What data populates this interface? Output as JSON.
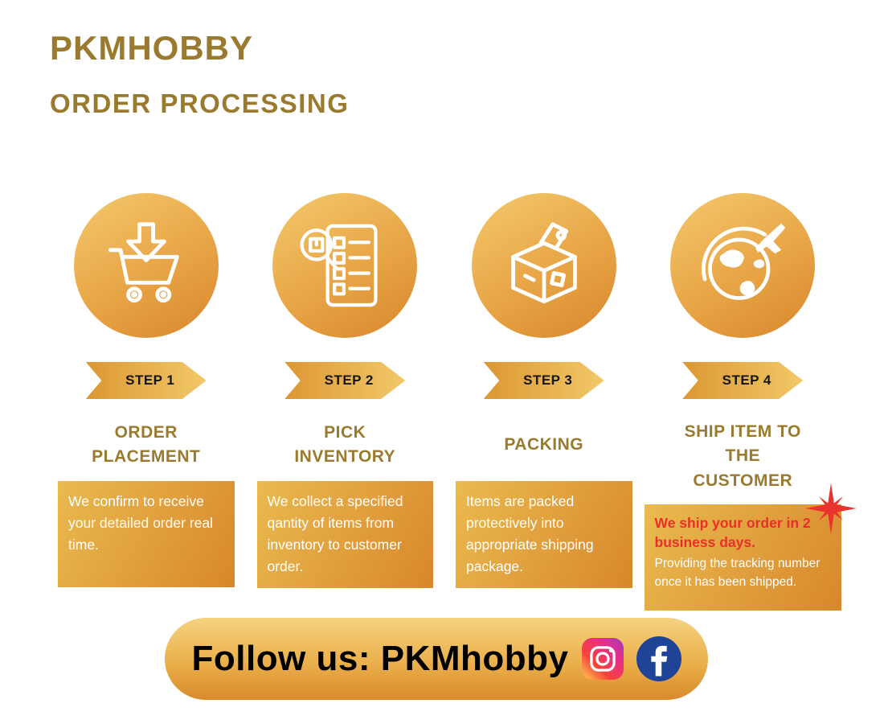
{
  "header": {
    "brand": "PKMHOBBY",
    "subtitle": "ORDER PROCESSING"
  },
  "steps": [
    {
      "badge": "STEP 1",
      "title": "ORDER PLACEMENT",
      "description": "We confirm to receive your detailed order real time.",
      "icon": "cart-download-icon"
    },
    {
      "badge": "STEP 2",
      "title": "PICK INVENTORY",
      "description": "We collect a specified qantity of items from inventory to customer order.",
      "icon": "inventory-checklist-icon"
    },
    {
      "badge": "STEP 3",
      "title": "PACKING",
      "description": "Items are packed protectively into appropriate shipping package.",
      "icon": "packing-box-icon"
    },
    {
      "badge": "STEP 4",
      "title": "SHIP ITEM TO THE CUSTOMER",
      "description_highlight": "We ship your order in 2 business days.",
      "description": "Providing the tracking number once it has been shipped.",
      "icon": "globe-airplane-icon"
    }
  ],
  "footer": {
    "follow_text": "Follow us: PKMhobby",
    "social": [
      "instagram-icon",
      "facebook-icon"
    ]
  },
  "colors": {
    "brand_gold": "#9a7a2e",
    "gold_gradient_light": "#f3c96d",
    "gold_gradient_dark": "#d8872b",
    "accent_red": "#ea2f2a",
    "facebook_blue": "#1f4396",
    "description_text": "#ffffff"
  }
}
